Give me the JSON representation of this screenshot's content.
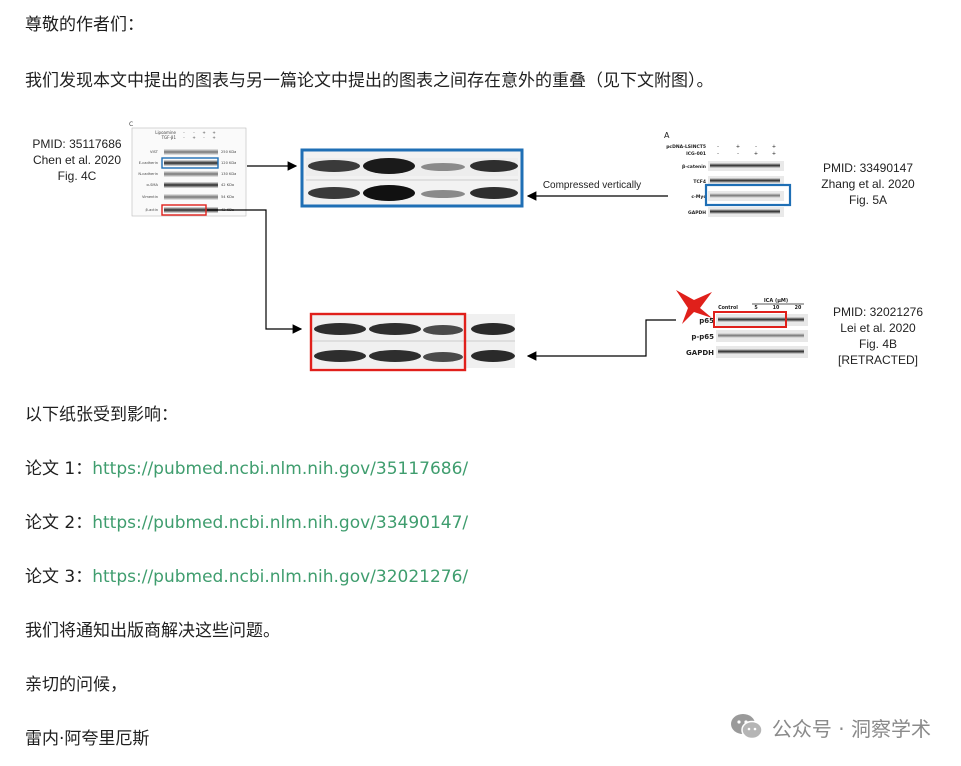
{
  "letter": {
    "greeting": "尊敬的作者们：",
    "intro": "我们发现本文中提出的图表与另一篇论文中提出的图表之间存在意外的重叠（见下文附图）。",
    "affected_heading": "以下纸张受到影响：",
    "papers": [
      {
        "label": "论文 1：",
        "url": "https://pubmed.ncbi.nlm.nih.gov/35117686/"
      },
      {
        "label": "论文 2：",
        "url": "https://pubmed.ncbi.nlm.nih.gov/33490147/"
      },
      {
        "label": "论文 3：",
        "url": "https://pubmed.ncbi.nlm.nih.gov/32021276/"
      }
    ],
    "notify": "我们将通知出版商解决这些问题。",
    "closing": "亲切的问候，",
    "signature": "雷内·阿夸里厄斯"
  },
  "figure": {
    "source_left": {
      "pmid": "PMID: 35117686",
      "authors": "Chen et al. 2020",
      "fig": "Fig. 4C"
    },
    "source_top_right": {
      "pmid": "PMID: 33490147",
      "authors": "Zhang et al. 2020",
      "fig": "Fig. 5A"
    },
    "source_bottom_right": {
      "pmid": "PMID: 32021276",
      "authors": "Lei et al. 2020",
      "fig": "Fig. 4B",
      "status": "[RETRACTED]"
    },
    "arrow_label": "Compressed vertically",
    "panel_left": {
      "letter": "C",
      "header_rows": [
        "Lipoamine",
        "TGF-β1"
      ],
      "rows": [
        "VIST",
        "E-cadherin",
        "N-cadherin",
        "α-SMA",
        "Vimentin",
        "β-actin"
      ],
      "sizes": [
        "250 KDa",
        "120 KDa",
        "130 KDa",
        "42 KDa",
        "54 KDa",
        "42 KDa"
      ],
      "signs": [
        [
          "-",
          "-",
          "+",
          "+"
        ],
        [
          "-",
          "+",
          "-",
          "+"
        ]
      ]
    },
    "panel_top_right": {
      "letter": "A",
      "headers": [
        "pcDNA-LSINCT5",
        "ICG-001"
      ],
      "signs": [
        [
          "-",
          "+",
          "-",
          "+"
        ],
        [
          "-",
          "-",
          "+",
          "+"
        ]
      ],
      "rows": [
        "β-catenin",
        "TCF4",
        "c-Myc",
        "GAPDH"
      ]
    },
    "panel_bottom_right": {
      "treatment": "ICA (μM)",
      "columns": [
        "Control",
        "5",
        "10",
        "20"
      ],
      "rows": [
        "p65",
        "p-p65",
        "GAPDH"
      ]
    }
  },
  "watermark": {
    "text": "公众号 · 洞察学术",
    "icon": "wechat-icon"
  },
  "colors": {
    "blue": "#1f6fb5",
    "red": "#e0201b",
    "link": "#3f9d6e"
  }
}
